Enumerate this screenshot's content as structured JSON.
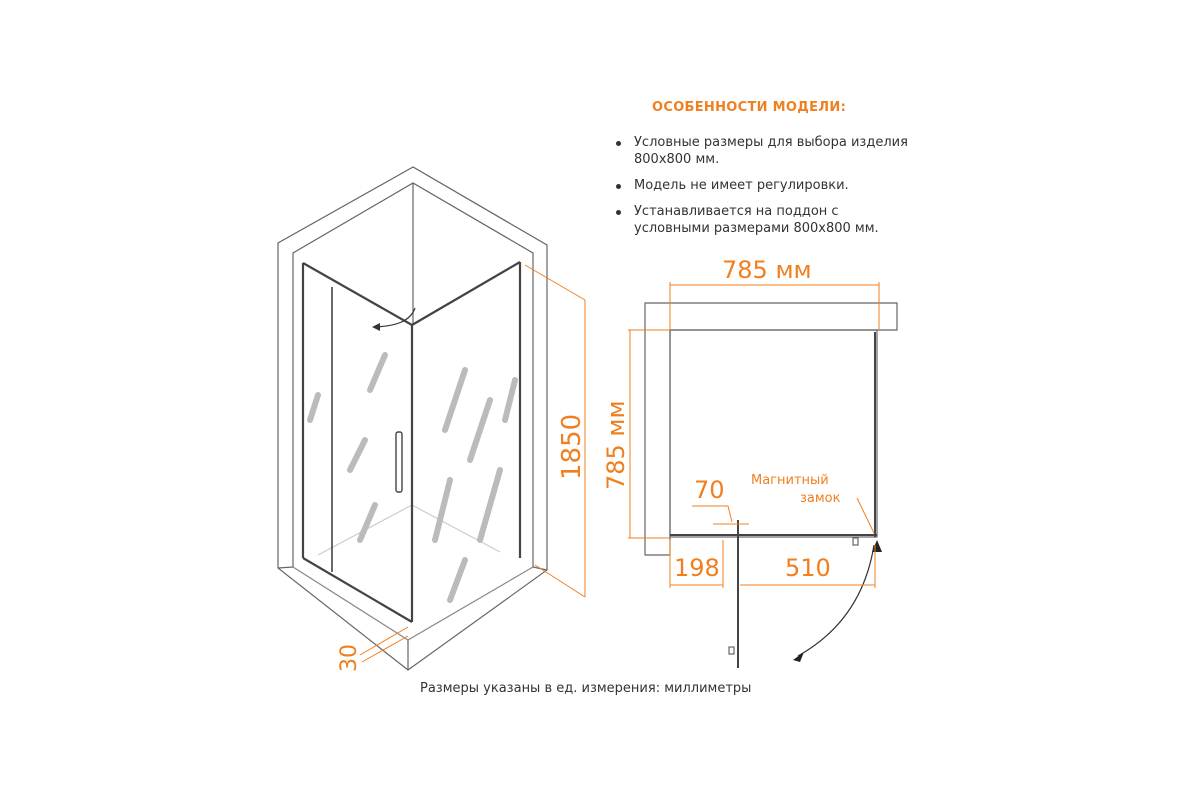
{
  "features": {
    "title": "ОСОБЕННОСТИ МОДЕЛИ:",
    "items": [
      "Условные размеры для выбора изделия 800x800 мм.",
      "Модель не имеет регулировки.",
      "Устанавливается на поддон с условными размерами 800x800 мм."
    ]
  },
  "dimensions": {
    "height": "1850",
    "tray_height": "30",
    "width_top": "785 мм",
    "depth_side": "785 мм",
    "gap": "70",
    "left_offset": "198",
    "door_width": "510",
    "magnet_label_1": "Магнитный",
    "magnet_label_2": "замок"
  },
  "footer": "Размеры указаны в ед. измерения: миллиметры",
  "colors": {
    "accent": "#f07f1f",
    "line": "#555555"
  }
}
